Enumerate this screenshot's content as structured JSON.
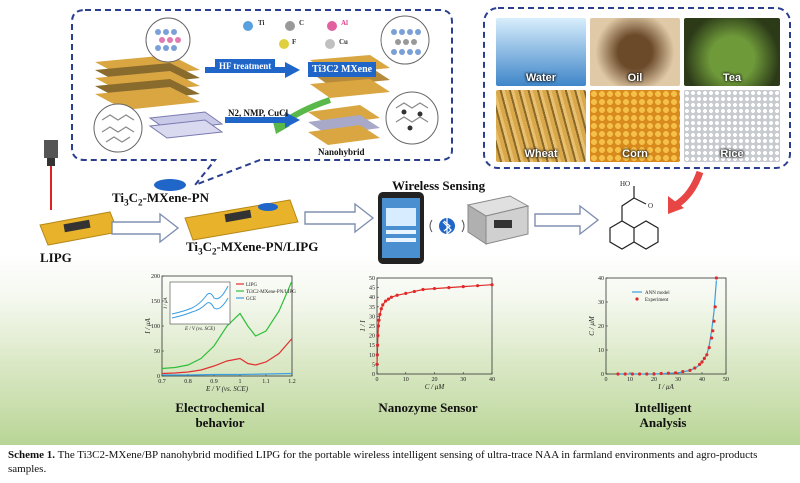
{
  "synthesis": {
    "elements": [
      "Ti",
      "C",
      "Al",
      "F",
      "Cu"
    ],
    "step1_label": "HF treatment",
    "step1_product": "Ti3C2 MXene",
    "step2_label": "N2, NMP, CuCl",
    "step2_product": "Nanohybrid"
  },
  "samples": {
    "tiles": [
      {
        "label": "Water",
        "color": "#3f86c9"
      },
      {
        "label": "Oil",
        "color": "#6b4a2a"
      },
      {
        "label": "Tea",
        "color": "#4f7a2a"
      },
      {
        "label": "Wheat",
        "color": "#c99a3a"
      },
      {
        "label": "Corn",
        "color": "#e0a62c"
      },
      {
        "label": "Rice",
        "color": "#b9bdc2"
      }
    ]
  },
  "device": {
    "electrode_label": "Ti3C2-MXene-PN",
    "lipg_label": "LIPG",
    "modified_label": "Ti3C2-MXene-PN/LIPG",
    "wireless_label": "Wireless Sensing"
  },
  "panels": {
    "electrochem_title": "Electrochemical behavior",
    "nanozyme_title": "Nanozyme Sensor",
    "intelligent_title": "Intelligent Analysis"
  },
  "chart_data": [
    {
      "type": "line",
      "title": "",
      "xlabel": "E / V (vs. SCE)",
      "ylabel": "I / μA",
      "xlim": [
        0.7,
        1.2
      ],
      "ylim": [
        0,
        200
      ],
      "xticks": [
        0.7,
        0.8,
        0.9,
        1.0,
        1.1,
        1.2
      ],
      "yticks": [
        0,
        50,
        100,
        150,
        200
      ],
      "legend": [
        "LIPG",
        "Ti3C2-MXene-PN/LIPG",
        "GCE"
      ],
      "series": [
        {
          "name": "LIPG",
          "color": "#e03030",
          "x": [
            0.7,
            0.75,
            0.8,
            0.85,
            0.9,
            0.95,
            1.0,
            1.03,
            1.06,
            1.1,
            1.15,
            1.2
          ],
          "y": [
            5,
            6,
            8,
            12,
            20,
            30,
            35,
            25,
            22,
            28,
            45,
            75
          ]
        },
        {
          "name": "Ti3C2-MXene-PN/LIPG",
          "color": "#2fbf3a",
          "x": [
            0.7,
            0.75,
            0.8,
            0.85,
            0.9,
            0.95,
            1.0,
            1.03,
            1.06,
            1.1,
            1.15,
            1.2
          ],
          "y": [
            15,
            17,
            22,
            35,
            60,
            100,
            125,
            100,
            80,
            90,
            130,
            190
          ]
        },
        {
          "name": "GCE",
          "color": "#3a9ee0",
          "x": [
            0.7,
            0.8,
            0.9,
            1.0,
            1.1,
            1.2
          ],
          "y": [
            2,
            2,
            3,
            3,
            4,
            5
          ]
        }
      ],
      "inset": {
        "xlabel": "E / V (vs. SCE)",
        "ylabel": "I / μA"
      }
    },
    {
      "type": "scatter",
      "title": "",
      "xlabel": "C / μM",
      "ylabel": "1 / I",
      "xlim": [
        0,
        40
      ],
      "ylim": [
        0,
        50
      ],
      "xticks": [
        0,
        10,
        20,
        30,
        40
      ],
      "yticks": [
        0,
        5,
        10,
        15,
        20,
        25,
        30,
        35,
        40,
        45,
        50
      ],
      "series": [
        {
          "name": "",
          "color": "#e02a2a",
          "x": [
            0,
            0.1,
            0.2,
            0.3,
            0.5,
            0.7,
            1,
            1.5,
            2,
            3,
            4,
            5,
            7,
            10,
            13,
            16,
            20,
            25,
            30,
            35,
            40
          ],
          "y": [
            5,
            10,
            15,
            20,
            25,
            28,
            31,
            34,
            36,
            38,
            39,
            40,
            41,
            42,
            43,
            44,
            44.5,
            45,
            45.5,
            46,
            46.5
          ]
        }
      ]
    },
    {
      "type": "line",
      "title": "",
      "xlabel": "I / μA",
      "ylabel": "C / μM",
      "xlim": [
        0,
        50
      ],
      "ylim": [
        0,
        40
      ],
      "xticks": [
        0,
        10,
        20,
        30,
        40,
        50
      ],
      "yticks": [
        0,
        10,
        20,
        30,
        40
      ],
      "legend": [
        "ANN model",
        "Experiment"
      ],
      "series": [
        {
          "name": "ANN model",
          "color": "#3a9ee0",
          "x": [
            5,
            10,
            15,
            20,
            25,
            30,
            35,
            38,
            40,
            42,
            43,
            44,
            45,
            46
          ],
          "y": [
            0,
            0,
            0,
            0,
            0.2,
            0.5,
            1.5,
            3,
            5,
            8,
            12,
            18,
            26,
            39
          ]
        },
        {
          "name": "Experiment",
          "color": "#e02a2a",
          "x": [
            5,
            8,
            11,
            14,
            17,
            20,
            23,
            26,
            29,
            32,
            35,
            37,
            39,
            40,
            41,
            42,
            43,
            44,
            44.5,
            45,
            45.5,
            46
          ],
          "y": [
            0,
            0,
            0,
            0,
            0,
            0,
            0.2,
            0.3,
            0.5,
            1,
            1.5,
            2.5,
            4,
            5,
            6.5,
            8,
            11,
            15,
            18,
            22,
            28,
            40
          ]
        }
      ]
    }
  ],
  "caption": {
    "label": "Scheme 1.",
    "text": "The Ti3C2-MXene/BP nanohybrid modified LIPG for the portable wireless intelligent sensing of ultra-trace NAA in farmland environments and agro-products samples."
  }
}
